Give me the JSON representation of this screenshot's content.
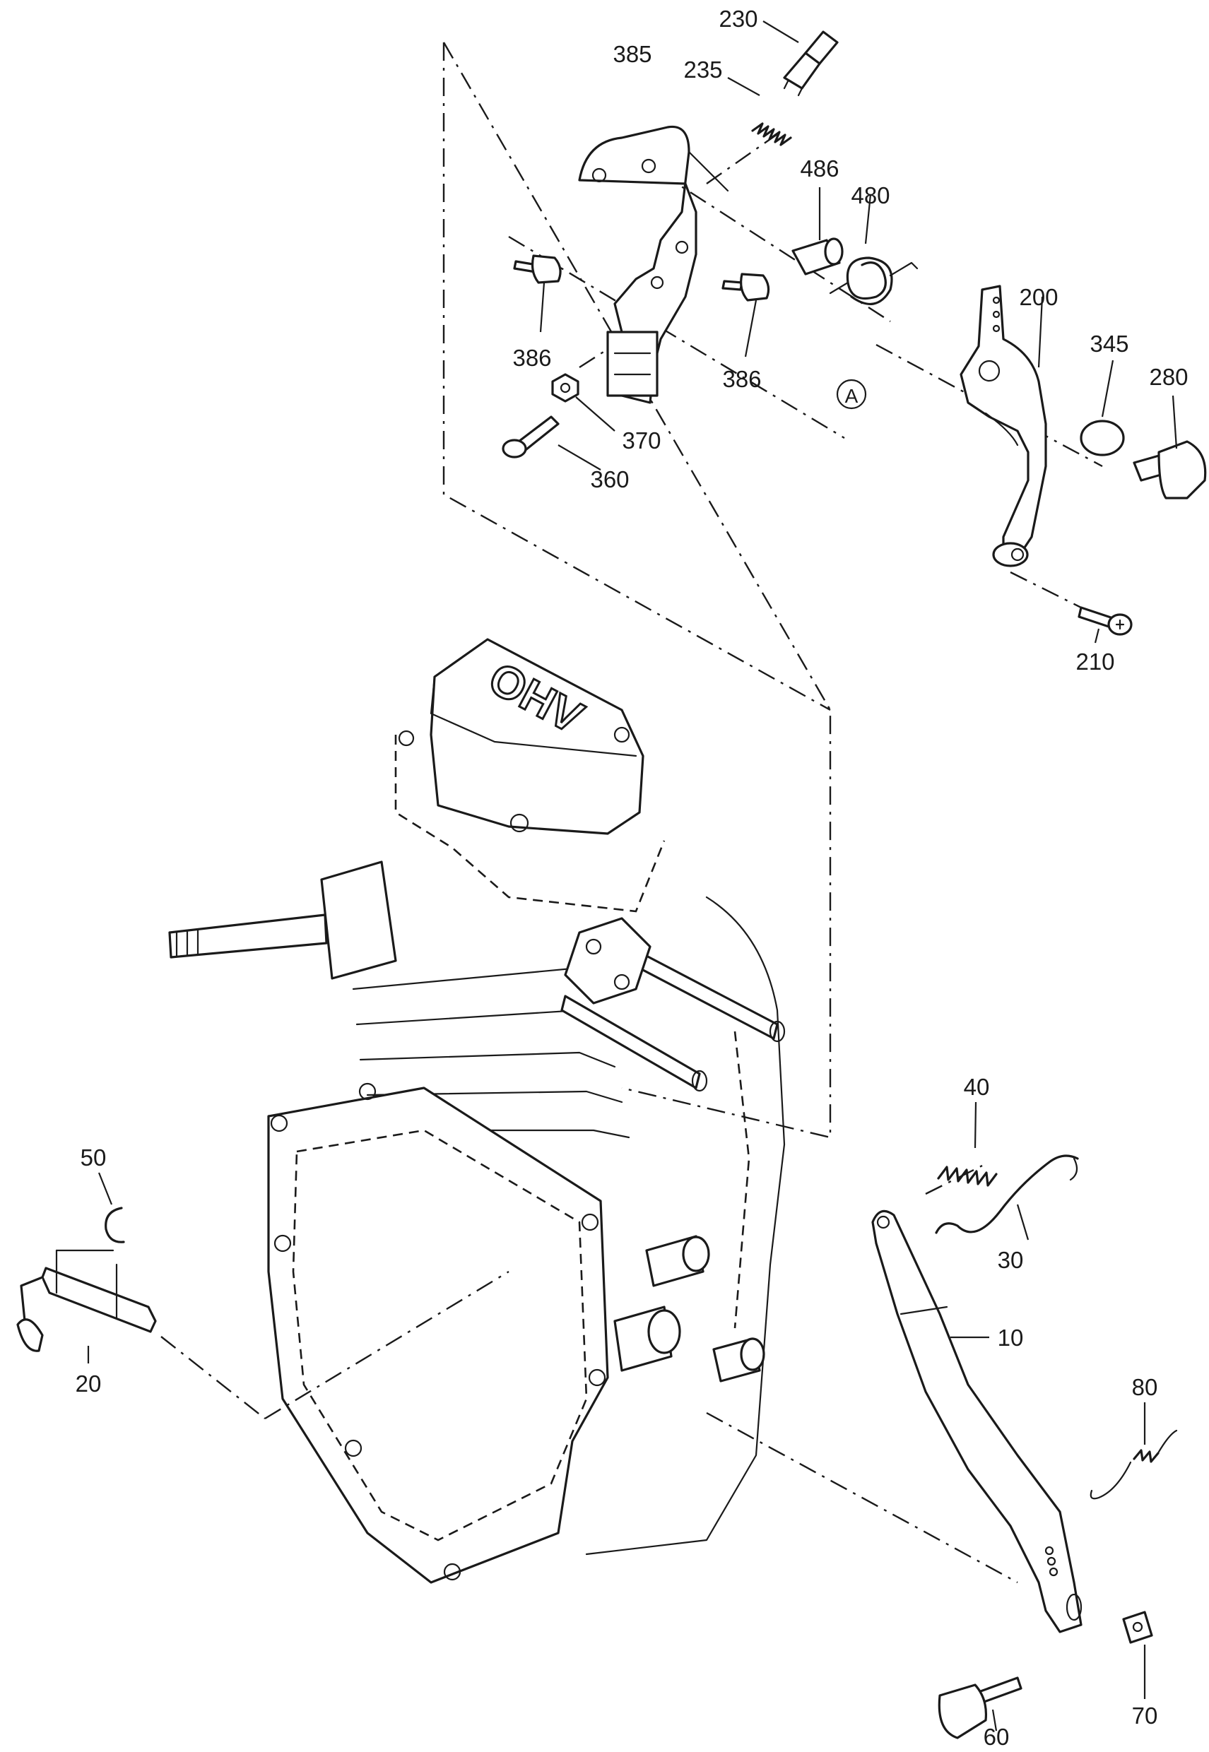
{
  "diagram": {
    "stamp_text": "OHV",
    "detail_marker": "A",
    "part_numbers": {
      "p230": "230",
      "p235": "235",
      "p385": "385",
      "p486": "486",
      "p480": "480",
      "p200": "200",
      "p345": "345",
      "p280": "280",
      "p386a": "386",
      "p386b": "386",
      "p370": "370",
      "p360": "360",
      "p210": "210",
      "p40": "40",
      "p30": "30",
      "p10": "10",
      "p50": "50",
      "p20": "20",
      "p80": "80",
      "p70": "70",
      "p60": "60"
    }
  }
}
